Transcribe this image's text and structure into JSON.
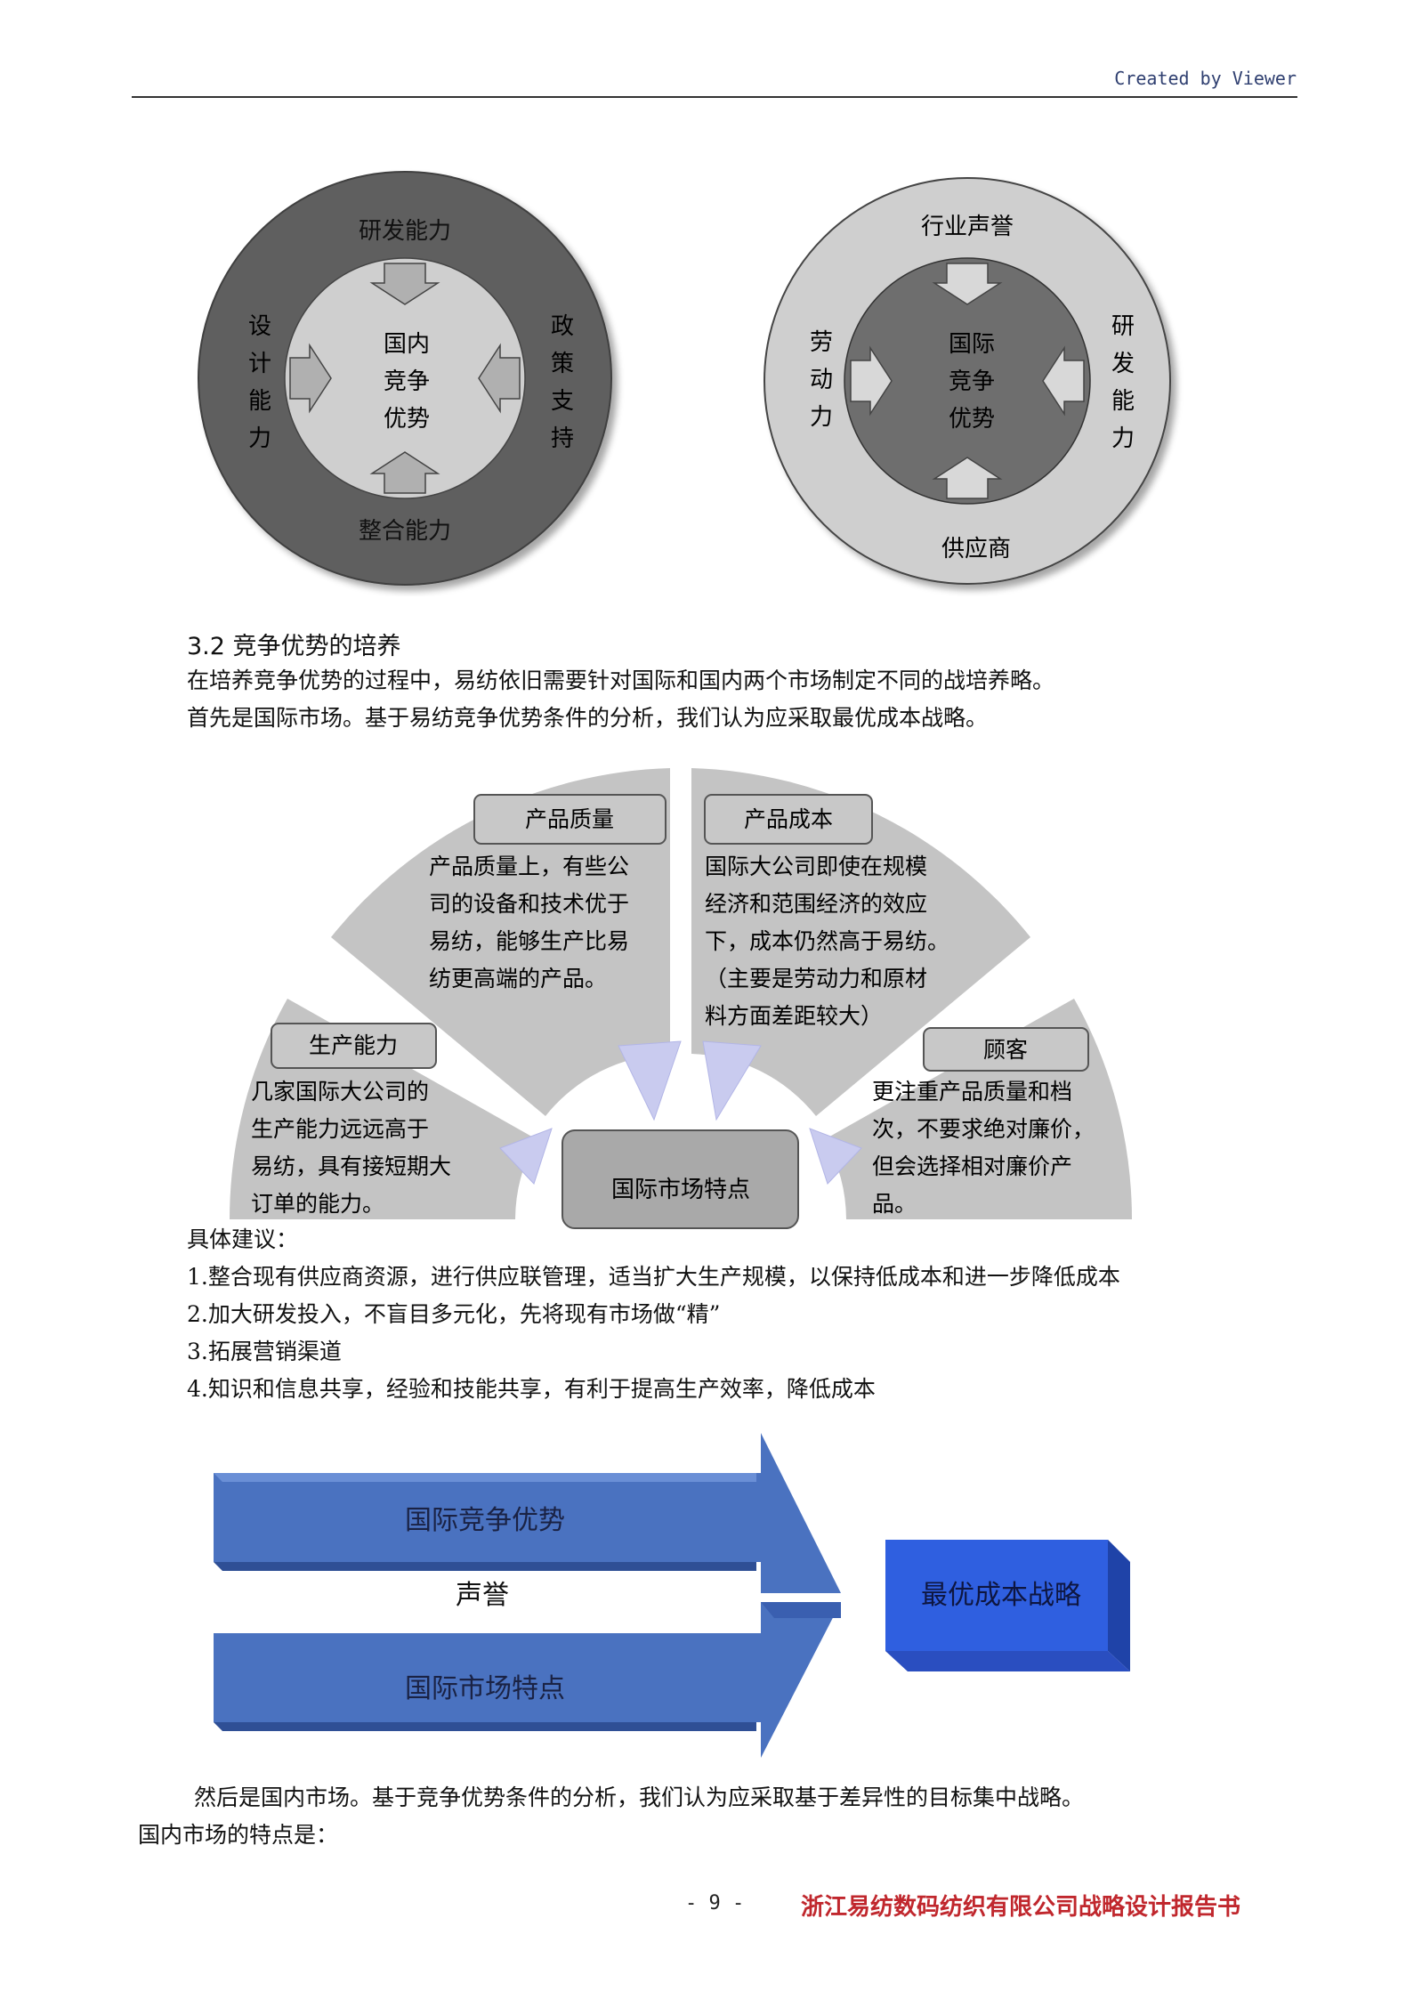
{
  "header": {
    "created_by": "Created by Viewer"
  },
  "diagram_domestic": {
    "top": "研发能力",
    "bottom": "整合能力",
    "left": [
      "设",
      "计",
      "能",
      "力"
    ],
    "right": [
      "政",
      "策",
      "支",
      "持"
    ],
    "center": [
      "国内",
      "竞争",
      "优势"
    ],
    "colors": {
      "outer": "#5e5e5e",
      "inner": "#cfcfcf"
    }
  },
  "diagram_international": {
    "top": "行业声誉",
    "bottom": "供应商",
    "left": [
      "劳",
      "动",
      "力"
    ],
    "right": [
      "研",
      "发",
      "能",
      "力"
    ],
    "center": [
      "国际",
      "竞争",
      "优势"
    ],
    "colors": {
      "outer": "#cfcfcf",
      "inner": "#6e6e6e"
    }
  },
  "section": {
    "title": "3.2 竞争优势的培养",
    "intro": [
      "在培养竞争优势的过程中，易纺依旧需要针对国际和国内两个市场制定不同的战培养略。",
      "首先是国际市场。基于易纺竞争优势条件的分析，我们认为应采取最优成本战略。"
    ]
  },
  "fan_diagram": {
    "center": "国际市场特点",
    "segments": [
      {
        "label": "生产能力",
        "lines": [
          "几家国际大公司的",
          "生产能力远远高于",
          "易纺，具有接短期大",
          "订单的能力。"
        ]
      },
      {
        "label": "产品质量",
        "lines": [
          "产品质量上，有些公",
          "司的设备和技术优于",
          "易纺，能够生产比易",
          "纺更高端的产品。"
        ]
      },
      {
        "label": "产品成本",
        "lines": [
          "国际大公司即使在规模",
          "经济和范围经济的效应",
          "下，成本仍然高于易纺。",
          "（主要是劳动力和原材",
          "料方面差距较大）"
        ]
      },
      {
        "label": "顾客",
        "lines": [
          "更注重产品质量和档",
          "次，不要求绝对廉价，",
          "但会选择相对廉价产",
          "品。"
        ]
      }
    ]
  },
  "suggestions": {
    "heading": "具体建议：",
    "items": [
      "1.整合现有供应商资源，进行供应联管理，适当扩大生产规模，以保持低成本和进一步降低成本",
      "2.加大研发投入，不盲目多元化，先将现有市场做“精”",
      "3.拓展营销渠道",
      "4.知识和信息共享，经验和技能共享，有利于提高生产效率，降低成本"
    ]
  },
  "arrow_diagram": {
    "top_arrow": "国际竞争优势",
    "middle": "声誉",
    "bottom_arrow": "国际市场特点",
    "result": "最优成本战略",
    "colors": {
      "arrow": "#4a72c0",
      "result": "#2f5fe0"
    }
  },
  "closing": [
    "然后是国内市场。基于竞争优势条件的分析，我们认为应采取基于差异性的目标集中战略。",
    "国内市场的特点是："
  ],
  "footer": {
    "page": "- 9 -",
    "company": "浙江易纺数码纺织有限公司战略设计报告书"
  }
}
